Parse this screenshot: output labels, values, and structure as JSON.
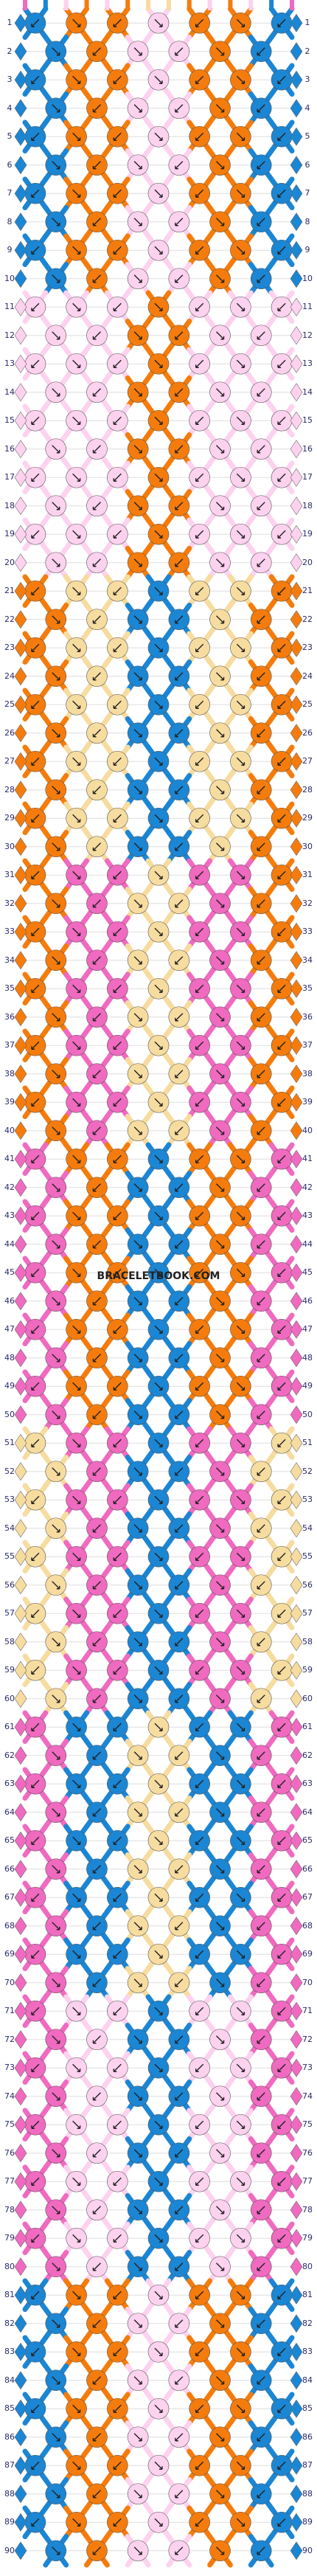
{
  "colors": {
    "blue": "#1b86d4",
    "orange": "#f57c0c",
    "pink": "#f06ac0",
    "lightpink": "#fdd2ef",
    "beige": "#f7dca0",
    "label": "#2a2a6e",
    "grid": "#dddddd"
  },
  "rows": [
    1,
    2,
    3,
    4,
    5,
    6,
    7,
    8,
    9,
    10,
    11,
    12,
    13,
    14,
    15,
    16,
    17,
    18,
    19,
    20,
    21,
    22,
    23,
    24,
    25,
    26,
    27,
    28,
    29,
    30,
    31,
    32,
    33,
    34,
    35,
    36,
    37,
    38,
    39,
    40,
    41,
    42,
    43,
    44,
    45,
    46,
    47,
    48,
    49,
    50,
    51,
    52,
    53,
    54,
    55,
    56,
    57,
    58,
    59,
    60,
    61,
    62,
    63,
    64,
    65,
    66,
    67,
    68,
    69,
    70,
    71,
    72,
    73,
    74,
    75,
    76,
    77,
    78,
    79,
    80,
    81,
    82,
    83,
    84,
    85,
    86,
    87,
    88,
    89,
    90
  ],
  "strings": [
    "pink",
    "blue",
    "lightpink",
    "orange",
    "lightpink",
    "orange",
    "beige",
    "beige",
    "orange",
    "lightpink",
    "orange",
    "lightpink",
    "blue",
    "pink"
  ],
  "watermark": "BRACELETBOOK.COM",
  "pattern_bands": [
    {
      "rows": [
        1,
        10
      ],
      "left": "blue",
      "mid": "orange",
      "center": "lightpink"
    },
    {
      "rows": [
        11,
        20
      ],
      "left": "lightpink",
      "mid": "lightpink",
      "center": "orange"
    },
    {
      "rows": [
        21,
        30
      ],
      "left": "orange",
      "mid": "beige",
      "center": "blue"
    },
    {
      "rows": [
        31,
        40
      ],
      "left": "orange",
      "mid": "pink",
      "center": "beige"
    },
    {
      "rows": [
        41,
        50
      ],
      "left": "pink",
      "mid": "orange",
      "center": "blue"
    },
    {
      "rows": [
        51,
        60
      ],
      "left": "beige",
      "mid": "pink",
      "center": "blue"
    },
    {
      "rows": [
        61,
        70
      ],
      "left": "pink",
      "mid": "blue",
      "center": "beige"
    },
    {
      "rows": [
        71,
        80
      ],
      "left": "pink",
      "mid": "lightpink",
      "center": "blue"
    },
    {
      "rows": [
        81,
        90
      ],
      "left": "blue",
      "mid": "orange",
      "center": "lightpink"
    }
  ]
}
